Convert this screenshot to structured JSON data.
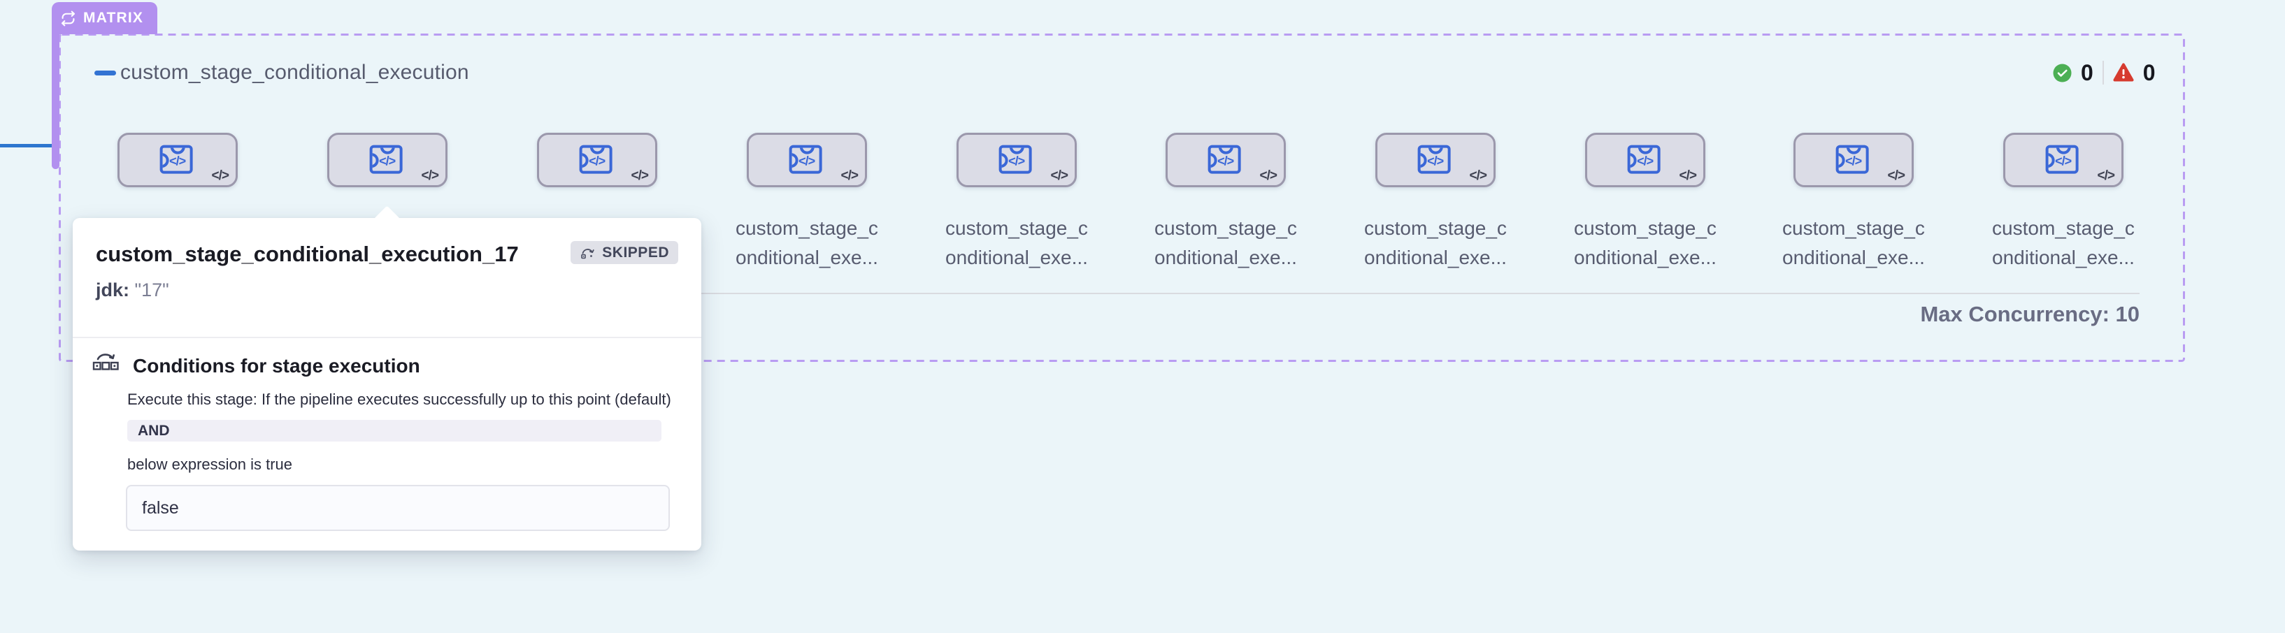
{
  "matrix_badge": {
    "label": "MATRIX"
  },
  "group": {
    "title": "custom_stage_conditional_execution",
    "success_count": "0",
    "error_count": "0",
    "max_concurrency_label": "Max Concurrency: 10"
  },
  "stage_label": {
    "line1": "custom_stage_c",
    "line2": "onditional_exe..."
  },
  "icons": {
    "code_glyph": "</>",
    "stage_code_glyph": "</>"
  },
  "tooltip": {
    "title": "custom_stage_conditional_execution_17",
    "status_label": "SKIPPED",
    "var_label": "jdk:",
    "var_value": "\"17\"",
    "conditions_title": "Conditions for stage execution",
    "conditions_description": "Execute this stage: If the pipeline executes successfully up to this point (default)",
    "operator_label": "AND",
    "expression_caption": "below expression is true",
    "expression_value": "false"
  },
  "colors": {
    "matrix_purple": "#b290ef",
    "stage_blue": "#3a67d7",
    "success_green": "#4caf54",
    "error_red": "#d63b2f"
  }
}
